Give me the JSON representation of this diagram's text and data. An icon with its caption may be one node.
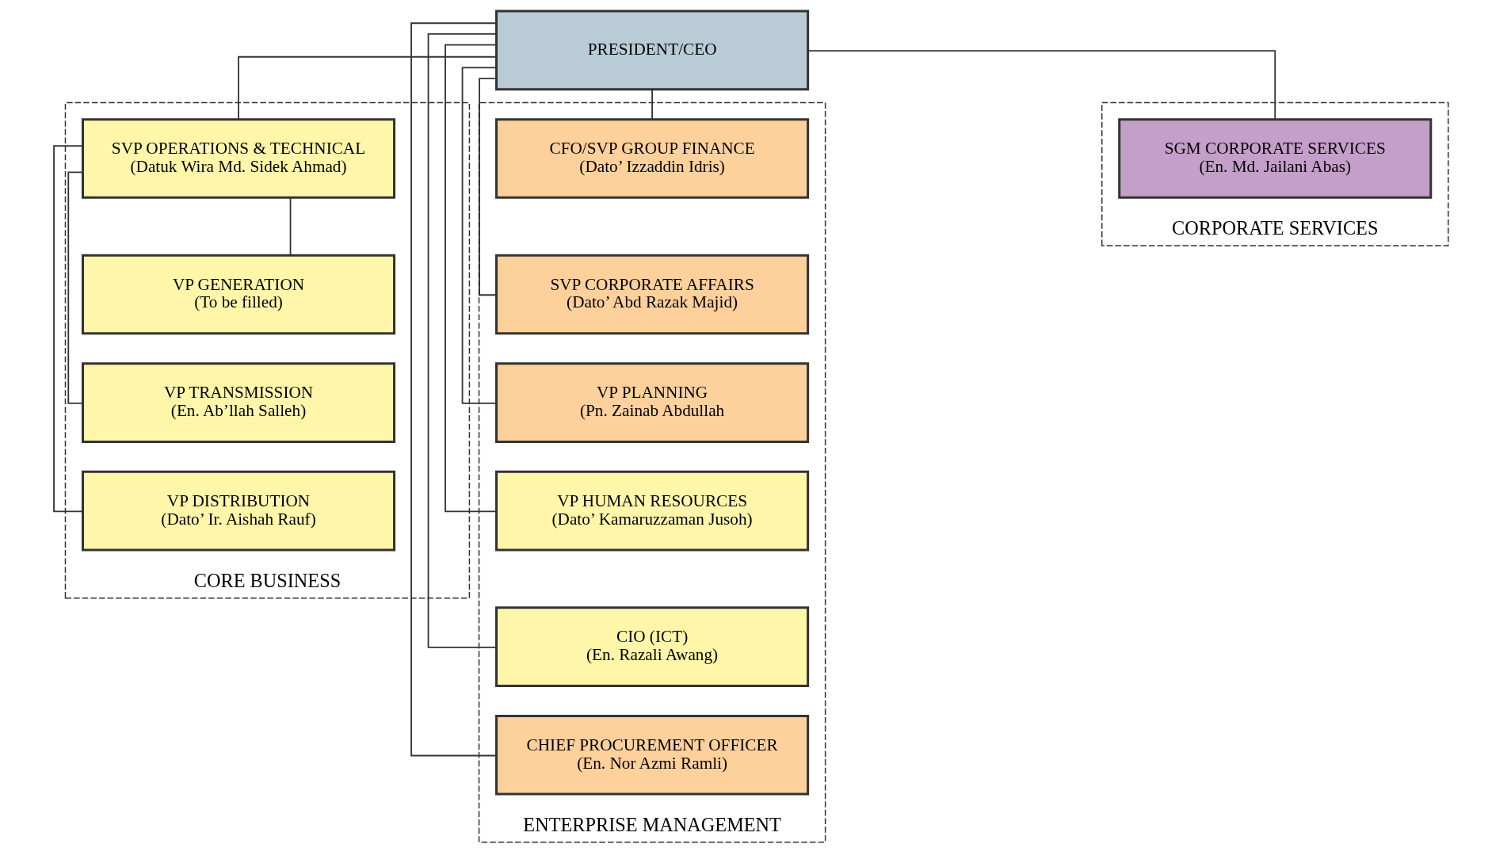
{
  "diagram": {
    "nodes": [
      {
        "text": [
          "PRESIDENT/CEO"
        ]
      },
      {
        "text": [
          "CORE BUSINESS"
        ]
      },
      {
        "text": [
          "SVP OPERATIONS & TECHNICAL",
          "(Datuk Wira Md. Sidek Ahmad)"
        ],
        "in": 1
      },
      {
        "text": [
          "VP GENERATION",
          "(To be filled)"
        ],
        "in": 1
      },
      {
        "text": [
          "VP TRANSMISSION",
          "(En. Ab’llah Salleh)"
        ],
        "in": 1
      },
      {
        "text": [
          "VP DISTRIBUTION",
          "(Dato’ Ir. Aishah Rauf)"
        ],
        "in": 1
      },
      {
        "text": [
          "ENTERPRISE MANAGEMENT"
        ]
      },
      {
        "text": [
          "CFO/SVP GROUP FINANCE",
          "(Dato’ Izzaddin Idris)"
        ],
        "in": 6
      },
      {
        "text": [
          "SVP CORPORATE AFFAIRS",
          "(Dato’ Abd Razak Majid)"
        ],
        "in": 6
      },
      {
        "text": [
          "VP PLANNING",
          "(Pn. Zainab Abdullah"
        ],
        "in": 6
      },
      {
        "text": [
          "VP HUMAN RESOURCES",
          "(Dato’ Kamaruzzaman Jusoh)"
        ],
        "in": 6
      },
      {
        "text": [
          "CIO (ICT)",
          "(En. Razali Awang)"
        ],
        "in": 6
      },
      {
        "text": [
          "CHIEF PROCUREMENT OFFICER",
          "(En. Nor Azmi Ramli)"
        ],
        "in": 6
      },
      {
        "text": [
          "CORPORATE SERVICES"
        ]
      },
      {
        "text": [
          "SGM CORPORATE SERVICES",
          "(En. Md. Jailani Abas)"
        ],
        "in": 13
      }
    ],
    "edges": [
      {
        "from": 0,
        "to": 2,
        "arrow": "none"
      },
      {
        "from": 0,
        "to": 7,
        "arrow": "none"
      },
      {
        "from": 0,
        "to": 8,
        "arrow": "none"
      },
      {
        "from": 0,
        "to": 9,
        "arrow": "none"
      },
      {
        "from": 0,
        "to": 10,
        "arrow": "none"
      },
      {
        "from": 0,
        "to": 11,
        "arrow": "none"
      },
      {
        "from": 0,
        "to": 12,
        "arrow": "none"
      },
      {
        "from": 0,
        "to": 14,
        "arrow": "none"
      },
      {
        "from": 2,
        "to": 3,
        "arrow": "none"
      },
      {
        "from": 2,
        "to": 4,
        "arrow": "none"
      },
      {
        "from": 2,
        "to": 5,
        "arrow": "none"
      }
    ]
  }
}
